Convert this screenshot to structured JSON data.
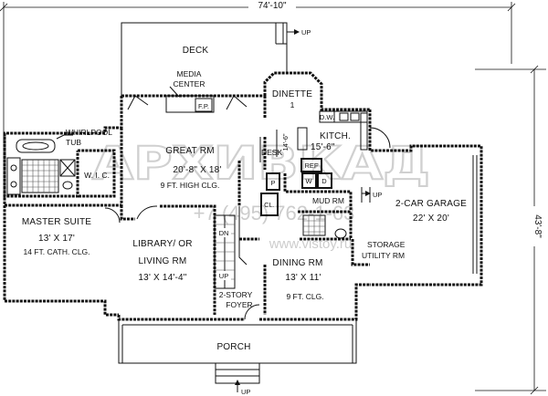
{
  "dimensions": {
    "overall_width": "74'-10\"",
    "overall_depth": "43'-8\""
  },
  "rooms": {
    "deck": "DECK",
    "media_center": [
      "MEDIA",
      "CENTER"
    ],
    "fireplace": "F.P.",
    "dinette": [
      "DINETTE",
      "1"
    ],
    "great_rm": [
      "GREAT RM",
      "20'-8\" X 18'",
      "9 FT. HIGH CLG."
    ],
    "kitchen": [
      "KITCH.",
      "15'-6\""
    ],
    "kitchen_side_dim": "14'-6\"",
    "dw": "D.W.",
    "desk": "DESK",
    "ref": "REF",
    "pantry": "P",
    "closet": "CL.",
    "washer": "W",
    "dryer": "D",
    "mud_rm": "MUD RM",
    "whirlpool": [
      "WHIRLPOOL",
      "TUB"
    ],
    "wic": "W. I. C.",
    "master_suite": [
      "MASTER SUITE",
      "13' X 17'",
      "14 FT. CATH. CLG."
    ],
    "library": [
      "LIBRARY/ OR",
      "LIVING RM",
      "13' X 14'-4\""
    ],
    "dn": "DN",
    "up_stair": "UP",
    "dining": [
      "DINING RM",
      "13' X 11'",
      "9 FT. CLG."
    ],
    "foyer": [
      "2-STORY",
      "FOYER"
    ],
    "garage": [
      "2-CAR GARAGE",
      "22' X 20'"
    ],
    "storage": [
      "STORAGE",
      "UTILITY RM"
    ],
    "porch": "PORCH"
  },
  "arrows": {
    "deck_up": "UP",
    "mud_up": "UP",
    "porch_up": "UP"
  },
  "watermark": {
    "brand": "АРХИВКАД",
    "phone": "+7 (495) 762-1-63",
    "site": "www.vistoy.ru"
  }
}
